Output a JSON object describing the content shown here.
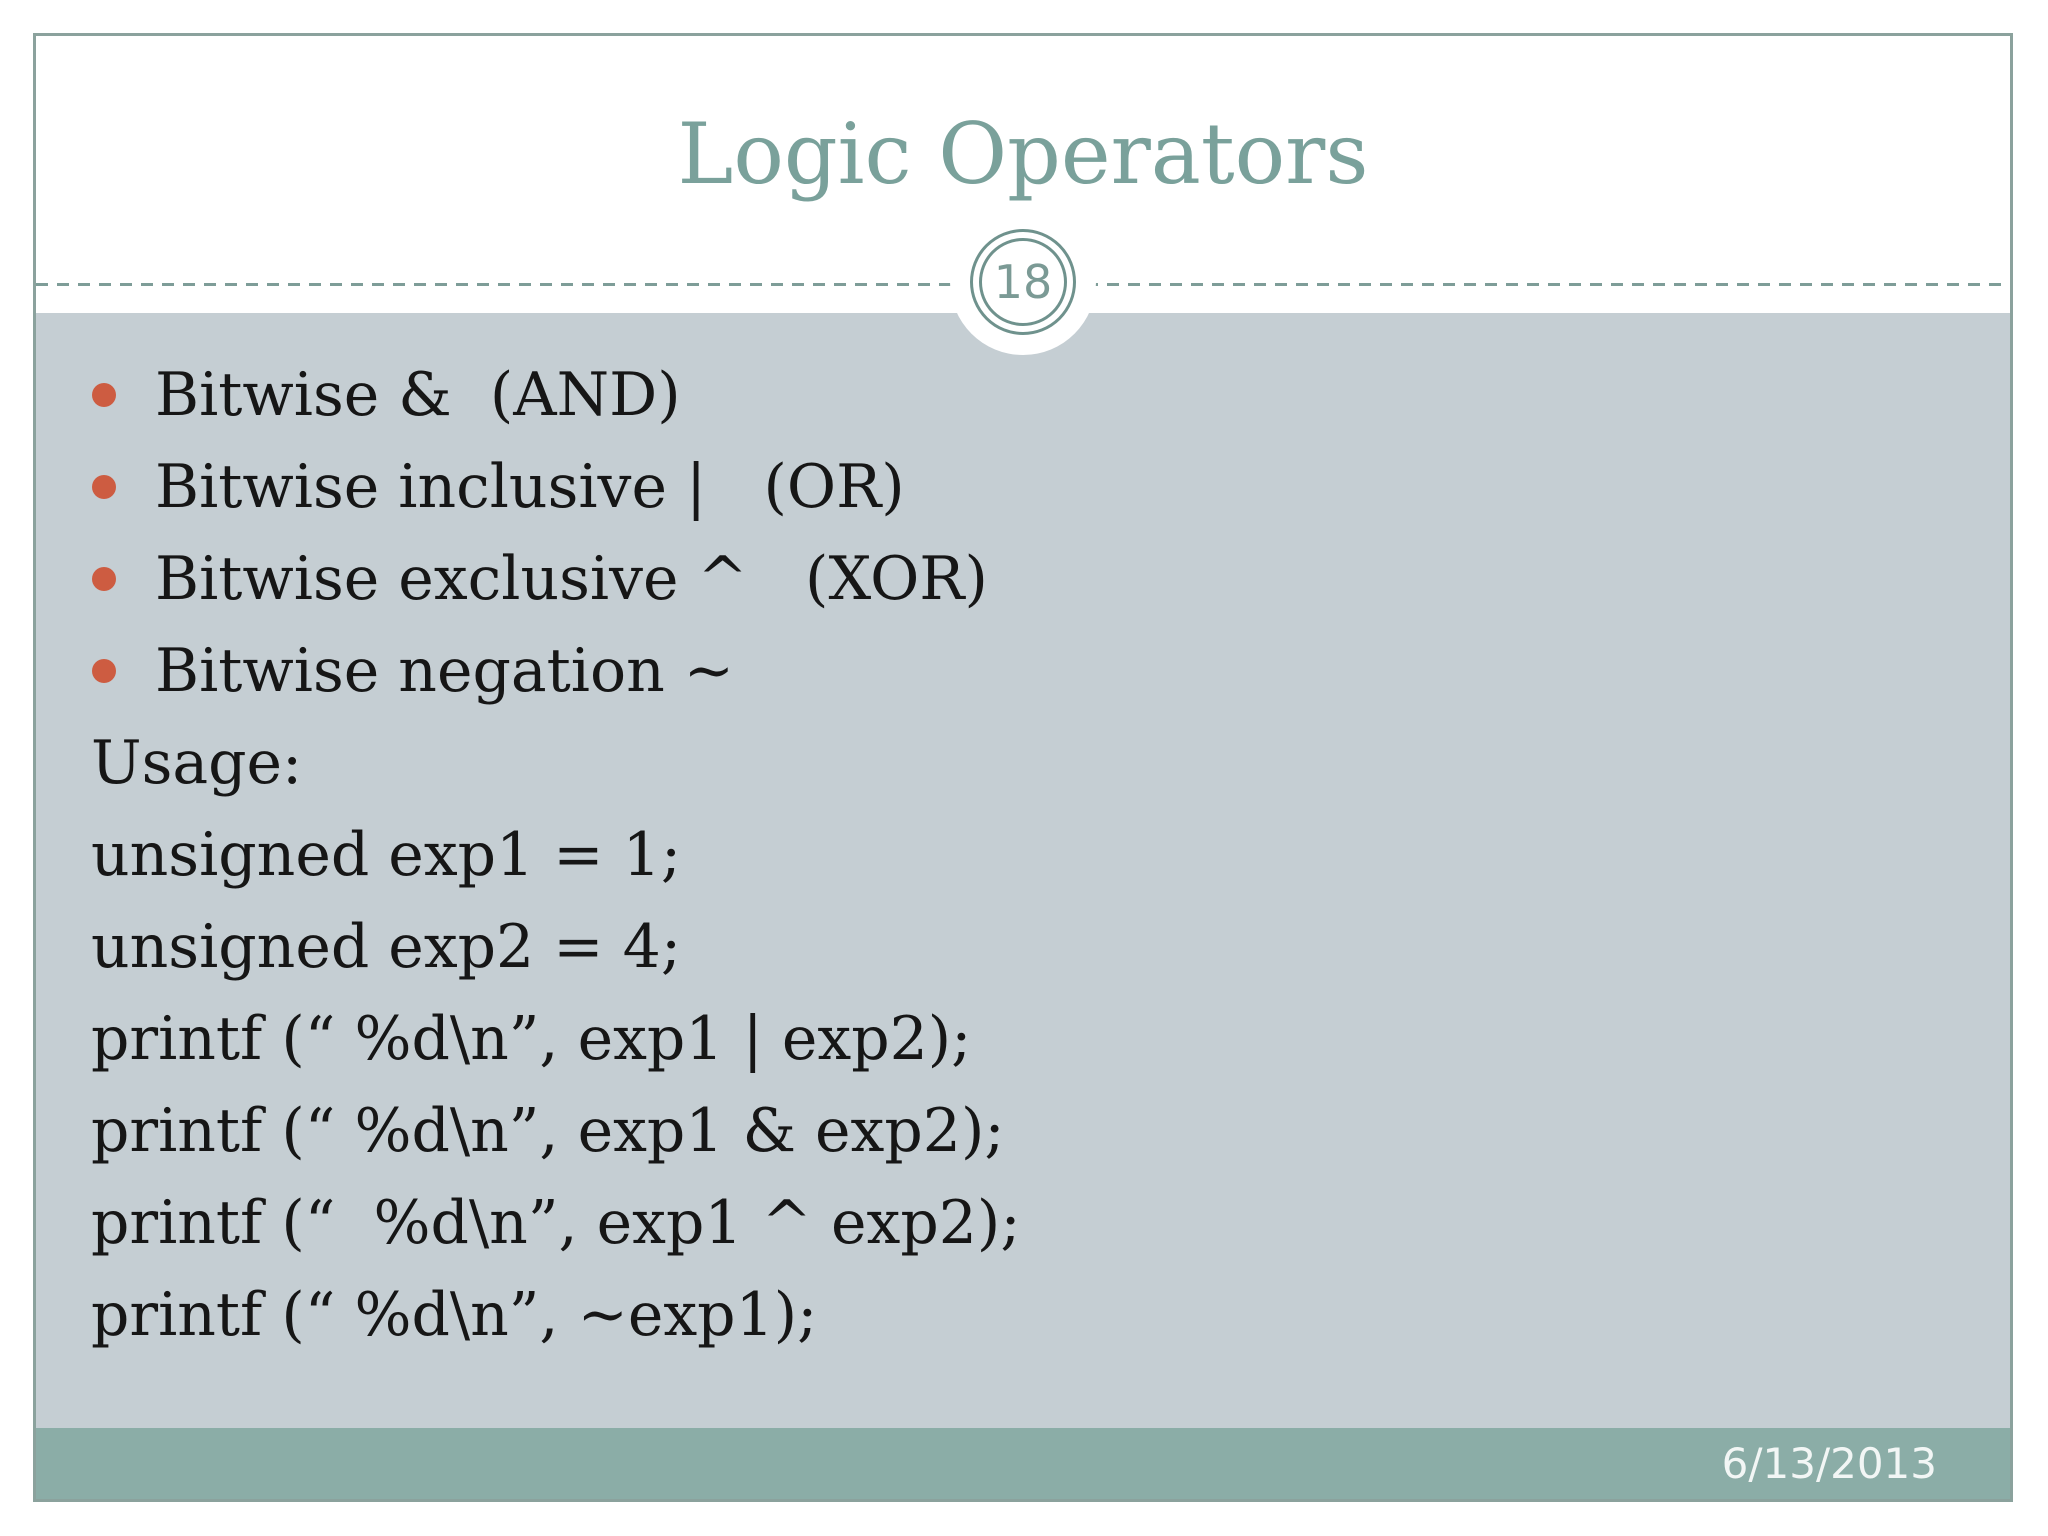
{
  "slide": {
    "title": "Logic Operators",
    "page_number": "18",
    "date": "6/13/2013"
  },
  "content": {
    "lines": [
      {
        "bullet": true,
        "text": "Bitwise &  (AND)"
      },
      {
        "bullet": true,
        "text": "Bitwise inclusive |   (OR)"
      },
      {
        "bullet": true,
        "text": "Bitwise exclusive ^   (XOR)"
      },
      {
        "bullet": true,
        "text": "Bitwise negation ~"
      },
      {
        "bullet": false,
        "text": "Usage:"
      },
      {
        "bullet": false,
        "text": "unsigned exp1 = 1;"
      },
      {
        "bullet": false,
        "text": "unsigned exp2 = 4;"
      },
      {
        "bullet": false,
        "text": "printf (“ %d\\n”, exp1 | exp2);"
      },
      {
        "bullet": false,
        "text": "printf (“ %d\\n”, exp1 & exp2);"
      },
      {
        "bullet": false,
        "text": "printf (“  %d\\n”, exp1 ^ exp2);"
      },
      {
        "bullet": false,
        "text": "printf (“ %d\\n”, ~exp1);"
      }
    ]
  },
  "colors": {
    "title": "#7aa19b",
    "frame_border": "#8ba29d",
    "content_background": "#c5ced3",
    "footer_background": "#8bada7",
    "bullet": "#cd5c41",
    "badge_ring": "#6f928d",
    "badge_number": "#7b9a95",
    "body_text": "#161616",
    "date_text": "#f2f6f5"
  }
}
